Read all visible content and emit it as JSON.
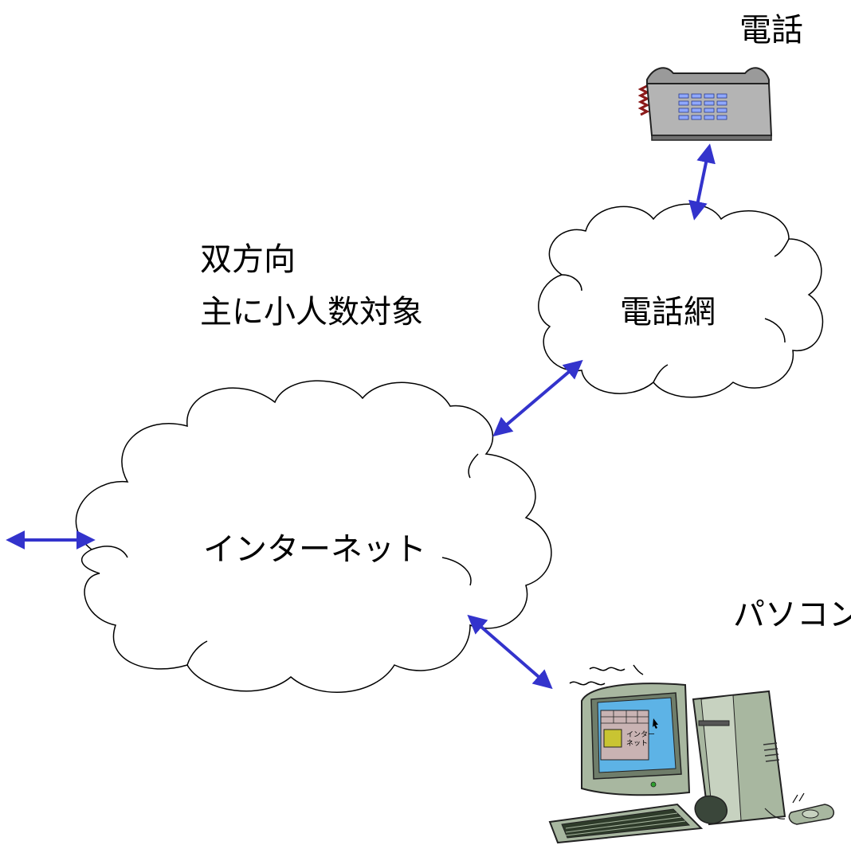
{
  "labels": {
    "phone": "電話",
    "phone_network": "電話網",
    "description_line1": "双方向",
    "description_line2": "主に小人数対象",
    "internet": "インターネット",
    "pc": "パソコン",
    "screen_text_line1": "インター",
    "screen_text_line2": "ネット"
  },
  "colors": {
    "arrow": "#3333cc",
    "cloud_stroke": "#000000",
    "cloud_fill": "#ffffff"
  },
  "icons": {
    "phone": "telephone-icon",
    "pc": "desktop-computer-icon"
  }
}
